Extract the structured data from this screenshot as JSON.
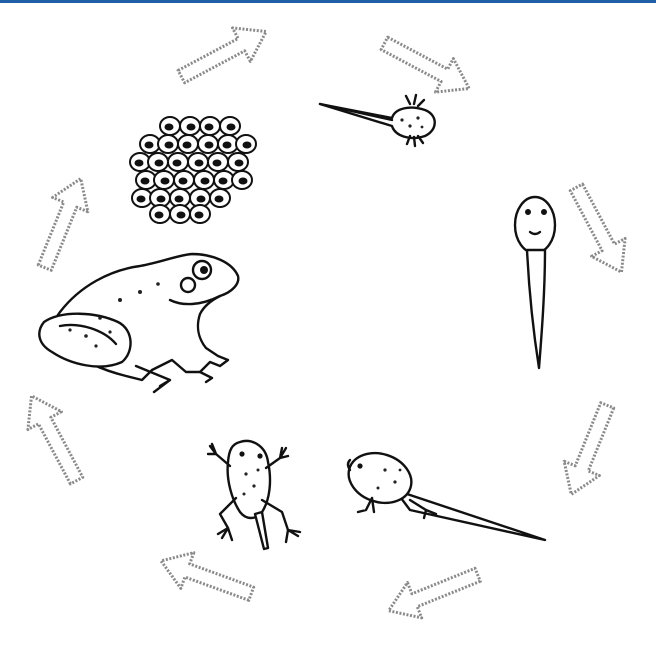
{
  "colors": {
    "top_bar": "#1f5fa8",
    "arrow_outline": "#8a8a8a",
    "ink": "#111111",
    "background": "#ffffff"
  },
  "stages": [
    "frog-eggs",
    "hatchling",
    "tadpole",
    "tadpole-with-legs",
    "froglet",
    "adult-frog"
  ]
}
